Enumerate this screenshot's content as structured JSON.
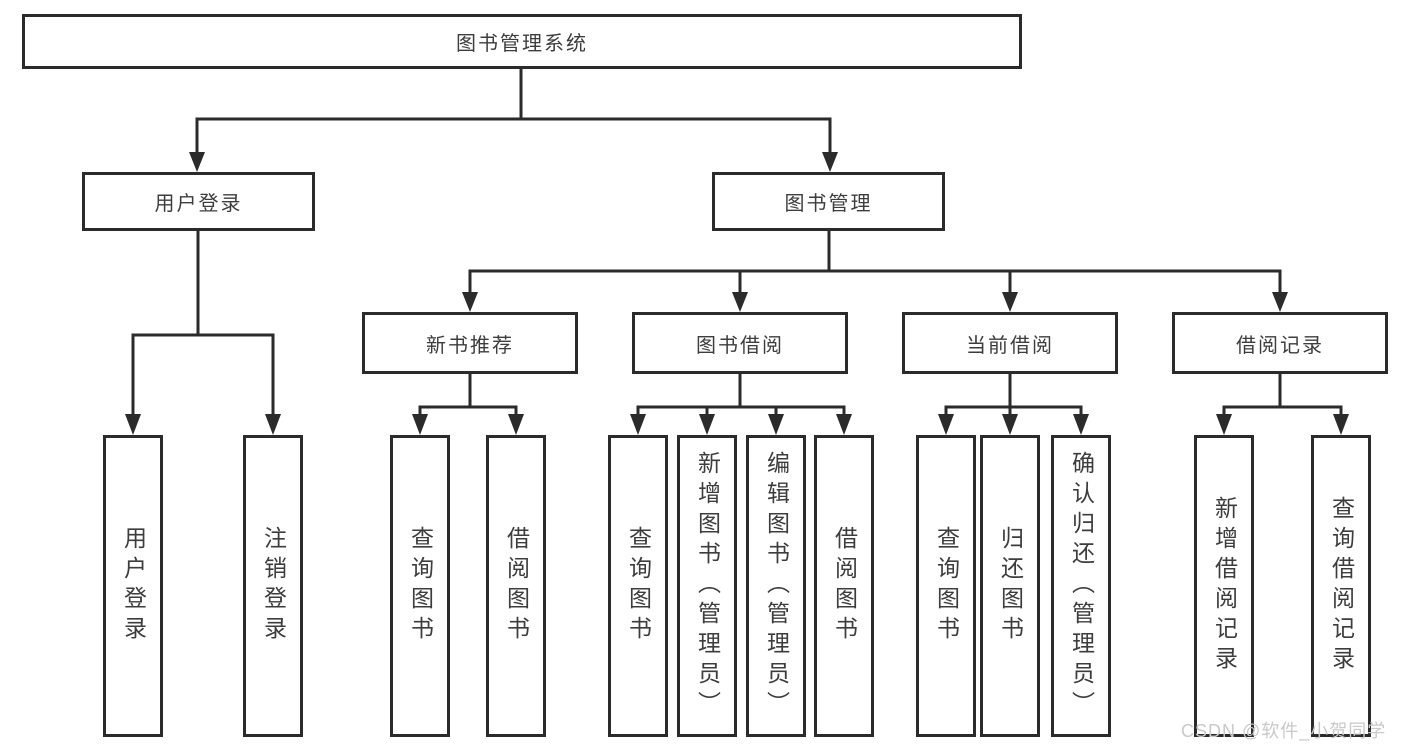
{
  "tree": {
    "label": "图书管理系统",
    "children": [
      {
        "label": "用户登录",
        "children": [
          {
            "label": "用户登录"
          },
          {
            "label": "注销登录"
          }
        ]
      },
      {
        "label": "图书管理",
        "children": [
          {
            "label": "新书推荐",
            "children": [
              {
                "label": "查询图书"
              },
              {
                "label": "借阅图书"
              }
            ]
          },
          {
            "label": "图书借阅",
            "children": [
              {
                "label": "查询图书"
              },
              {
                "label": "新增图书（管理员）"
              },
              {
                "label": "编辑图书（管理员）"
              },
              {
                "label": "借阅图书"
              }
            ]
          },
          {
            "label": "当前借阅",
            "children": [
              {
                "label": "查询图书"
              },
              {
                "label": "归还图书"
              },
              {
                "label": "确认归还（管理员）"
              }
            ]
          },
          {
            "label": "借阅记录",
            "children": [
              {
                "label": "新增借阅记录"
              },
              {
                "label": "查询借阅记录"
              }
            ]
          }
        ]
      }
    ]
  },
  "watermark": {
    "text": "CSDN @软件_小贺同学"
  },
  "colors": {
    "line": "#2b2b2b",
    "text": "#3d3d3d",
    "watermark": "#c9c9c9",
    "background": "#ffffff"
  }
}
